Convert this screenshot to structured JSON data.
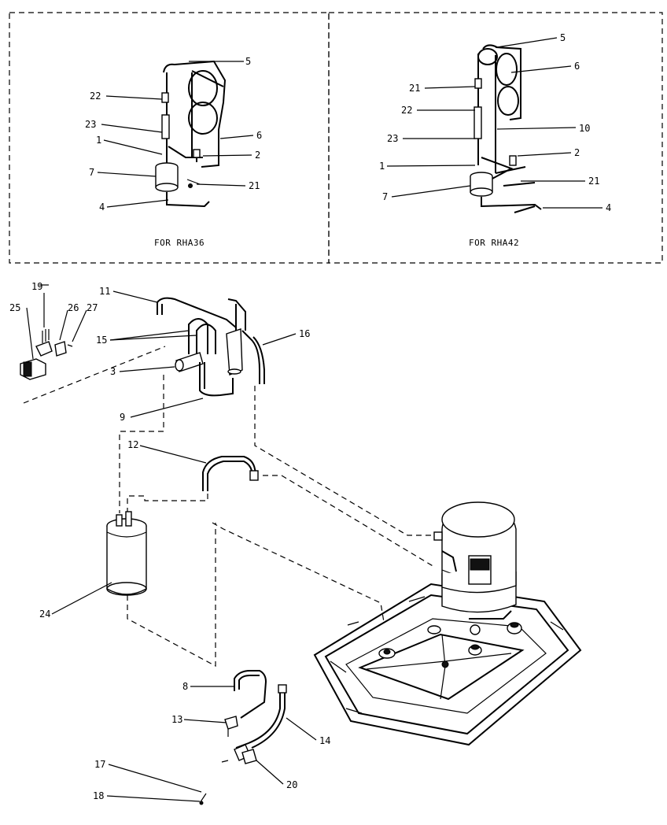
{
  "panels": {
    "left_caption": "FOR RHA36",
    "right_caption": "FOR RHA42"
  },
  "callouts": {
    "left": [
      "5",
      "22",
      "23",
      "1",
      "7",
      "4",
      "6",
      "2",
      "21"
    ],
    "right": [
      "5",
      "6",
      "21",
      "22",
      "10",
      "23",
      "2",
      "1",
      "21",
      "7",
      "4"
    ],
    "main": [
      "19",
      "25",
      "26",
      "27",
      "11",
      "15",
      "16",
      "3",
      "9",
      "12",
      "24",
      "8",
      "13",
      "14",
      "17",
      "18",
      "20"
    ]
  }
}
